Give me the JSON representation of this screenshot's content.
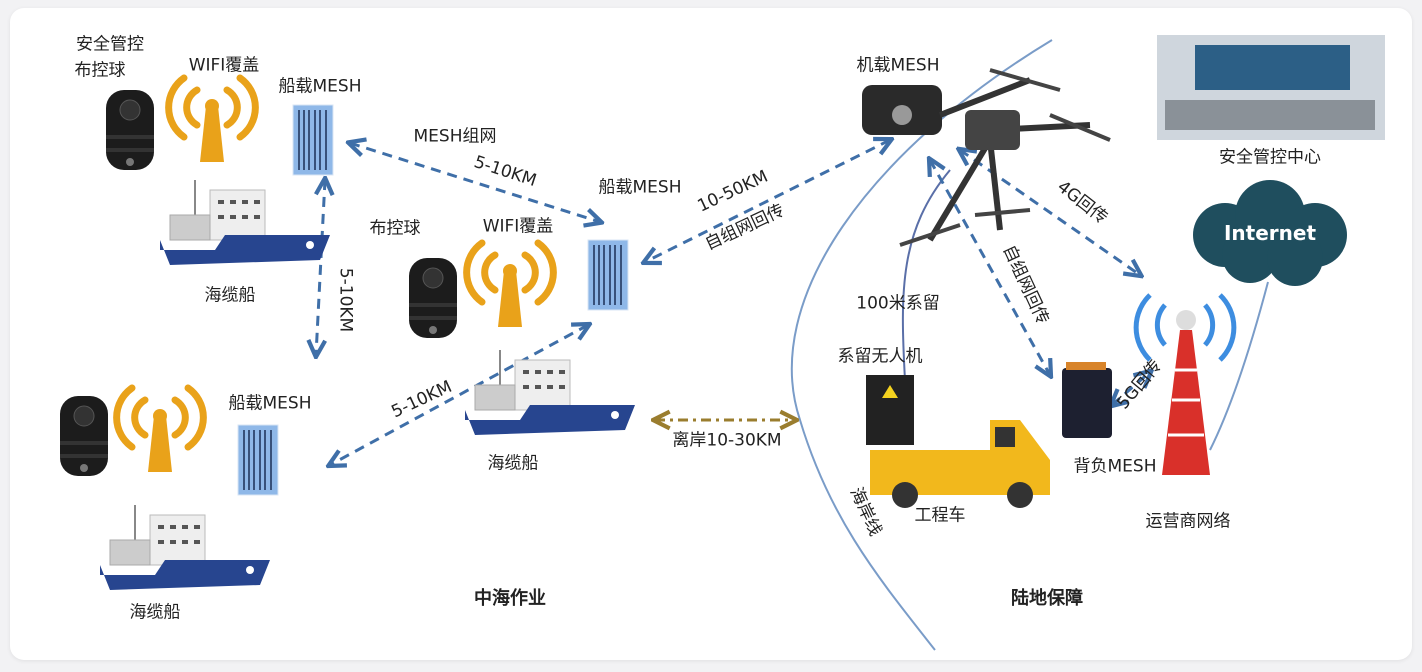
{
  "sea": {
    "ship1": {
      "camera_label_1": "安全管控",
      "camera_label_2": "布控球",
      "wifi_label": "WIFI覆盖",
      "mesh_label": "船载MESH",
      "ship_label": "海缆船"
    },
    "ship2": {
      "camera_label": "布控球",
      "wifi_label": "WIFI覆盖",
      "mesh_label": "船载MESH",
      "ship_label": "海缆船"
    },
    "ship3": {
      "mesh_label": "船载MESH",
      "ship_label": "海缆船"
    },
    "link_mesh_network": "MESH组网",
    "link_ship1_ship2": "5-10KM",
    "link_ship1_ship3": "5-10KM",
    "link_ship3_ship2": "5-10KM",
    "link_drone_ship_distance": "10-50KM",
    "link_drone_ship_type": "自组网回传",
    "offshore": "离岸10-30KM",
    "section_title": "中海作业"
  },
  "land": {
    "drone_label": "机载MESH",
    "control_center": "安全管控中心",
    "internet": "Internet",
    "link_4g": "4G回传",
    "link_selforg": "自组网回传",
    "tether": "100米系留",
    "tether_drone": "系留无人机",
    "backpack_mesh": "背负MESH",
    "link_5g": "5G回传",
    "vehicle": "工程车",
    "operator": "运营商网络",
    "coastline": "海岸线",
    "section_title": "陆地保障"
  },
  "colors": {
    "arrow": "#3f6fa8",
    "wifi": "#e9a21a",
    "ship_hull": "#27458f",
    "cloud": "#1f4e5e",
    "coast": "#7a9cc8",
    "offshore": "#9a7d2e"
  }
}
